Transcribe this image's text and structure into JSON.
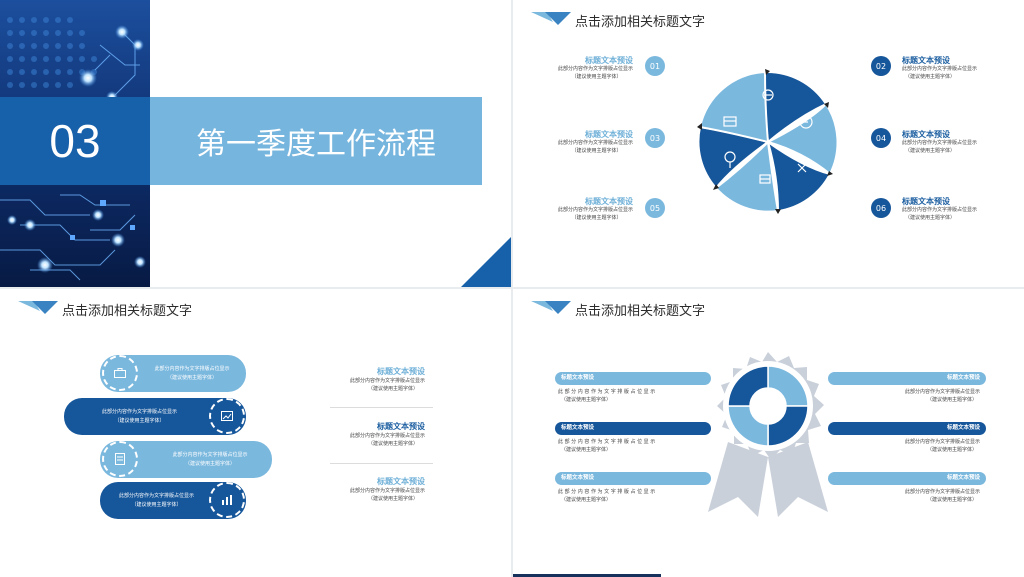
{
  "colors": {
    "light_blue": "#7bb8de",
    "dark_blue": "#16569a",
    "mid_blue": "#3a83c2",
    "title_gray": "#2b2b2b"
  },
  "slide1": {
    "number": "03",
    "title": "第一季度工作流程"
  },
  "slide2": {
    "title": "点击添加相关标题文字",
    "items": [
      {
        "num": "01",
        "title": "标题文本预设",
        "line1": "此部分内容作为文字排版占位显示",
        "line2": "（建议使用主题字体）"
      },
      {
        "num": "02",
        "title": "标题文本预设",
        "line1": "此部分内容作为文字排版占位显示",
        "line2": "（建议使用主题字体）"
      },
      {
        "num": "03",
        "title": "标题文本预设",
        "line1": "此部分内容作为文字排版占位显示",
        "line2": "（建议使用主题字体）"
      },
      {
        "num": "04",
        "title": "标题文本预设",
        "line1": "此部分内容作为文字排版占位显示",
        "line2": "（建议使用主题字体）"
      },
      {
        "num": "05",
        "title": "标题文本预设",
        "line1": "此部分内容作为文字排版占位显示",
        "line2": "（建议使用主题字体）"
      },
      {
        "num": "06",
        "title": "标题文本预设",
        "line1": "此部分内容作为文字排版占位显示",
        "line2": "（建议使用主题字体）"
      }
    ]
  },
  "slide3": {
    "title": "点击添加相关标题文字",
    "bars": [
      {
        "line1": "此部分内容作为文字排版占位显示",
        "line2": "（建议使用主题字体）"
      },
      {
        "line1": "此部分内容作为文字排版占位显示",
        "line2": "（建议使用主题字体）"
      },
      {
        "line1": "此部分内容作为文字排版占位显示",
        "line2": "（建议使用主题字体）"
      },
      {
        "line1": "此部分内容作为文字排版占位显示",
        "line2": "（建议使用主题字体）"
      }
    ],
    "items": [
      {
        "title": "标题文本预设",
        "line1": "此部分内容作为文字排版占位显示",
        "line2": "（建议使用主题字体）"
      },
      {
        "title": "标题文本预设",
        "line1": "此部分内容作为文字排版占位显示",
        "line2": "（建议使用主题字体）"
      },
      {
        "title": "标题文本预设",
        "line1": "此部分内容作为文字排版占位显示",
        "line2": "（建议使用主题字体）"
      }
    ]
  },
  "slide4": {
    "title": "点击添加相关标题文字",
    "left": [
      {
        "label": "标题文本预设",
        "line1": "此 部 分 内 容 作 为 文 字 排 版 占 位 显 示",
        "line2": "（建议使用主题字体）"
      },
      {
        "label": "标题文本预设",
        "line1": "此 部 分 内 容 作 为 文 字 排 版 占 位 显 示",
        "line2": "（建议使用主题字体）"
      },
      {
        "label": "标题文本预设",
        "line1": "此 部 分 内 容 作 为 文 字 排 版 占 位 显 示",
        "line2": "（建议使用主题字体）"
      }
    ],
    "right": [
      {
        "label": "标题文本预设",
        "line1": "此部分内容作为文字排版占位显示",
        "line2": "（建议使用主题字体）"
      },
      {
        "label": "标题文本预设",
        "line1": "此部分内容作为文字排版占位显示",
        "line2": "（建议使用主题字体）"
      },
      {
        "label": "标题文本预设",
        "line1": "此部分内容作为文字排版占位显示",
        "line2": "（建议使用主题字体）"
      }
    ]
  }
}
